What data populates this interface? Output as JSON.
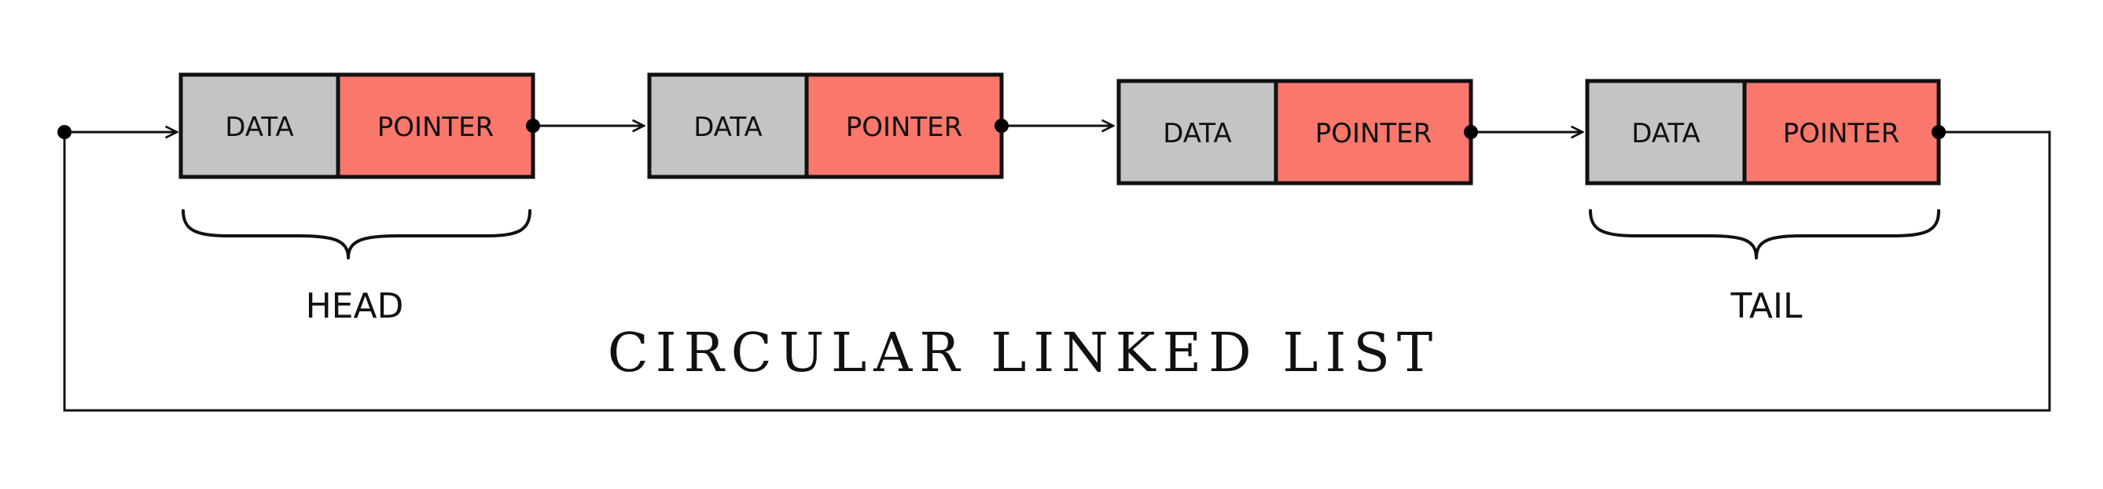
{
  "diagram": {
    "title": "CIRCULAR LINKED LIST",
    "nodes": [
      {
        "data_label": "DATA",
        "pointer_label": "POINTER"
      },
      {
        "data_label": "DATA",
        "pointer_label": "POINTER"
      },
      {
        "data_label": "DATA",
        "pointer_label": "POINTER"
      },
      {
        "data_label": "DATA",
        "pointer_label": "POINTER"
      }
    ],
    "head_label": "HEAD",
    "tail_label": "TAIL",
    "colors": {
      "data_cell": "#c4c4c4",
      "pointer_cell": "#fa776b",
      "stroke": "#111111"
    }
  }
}
